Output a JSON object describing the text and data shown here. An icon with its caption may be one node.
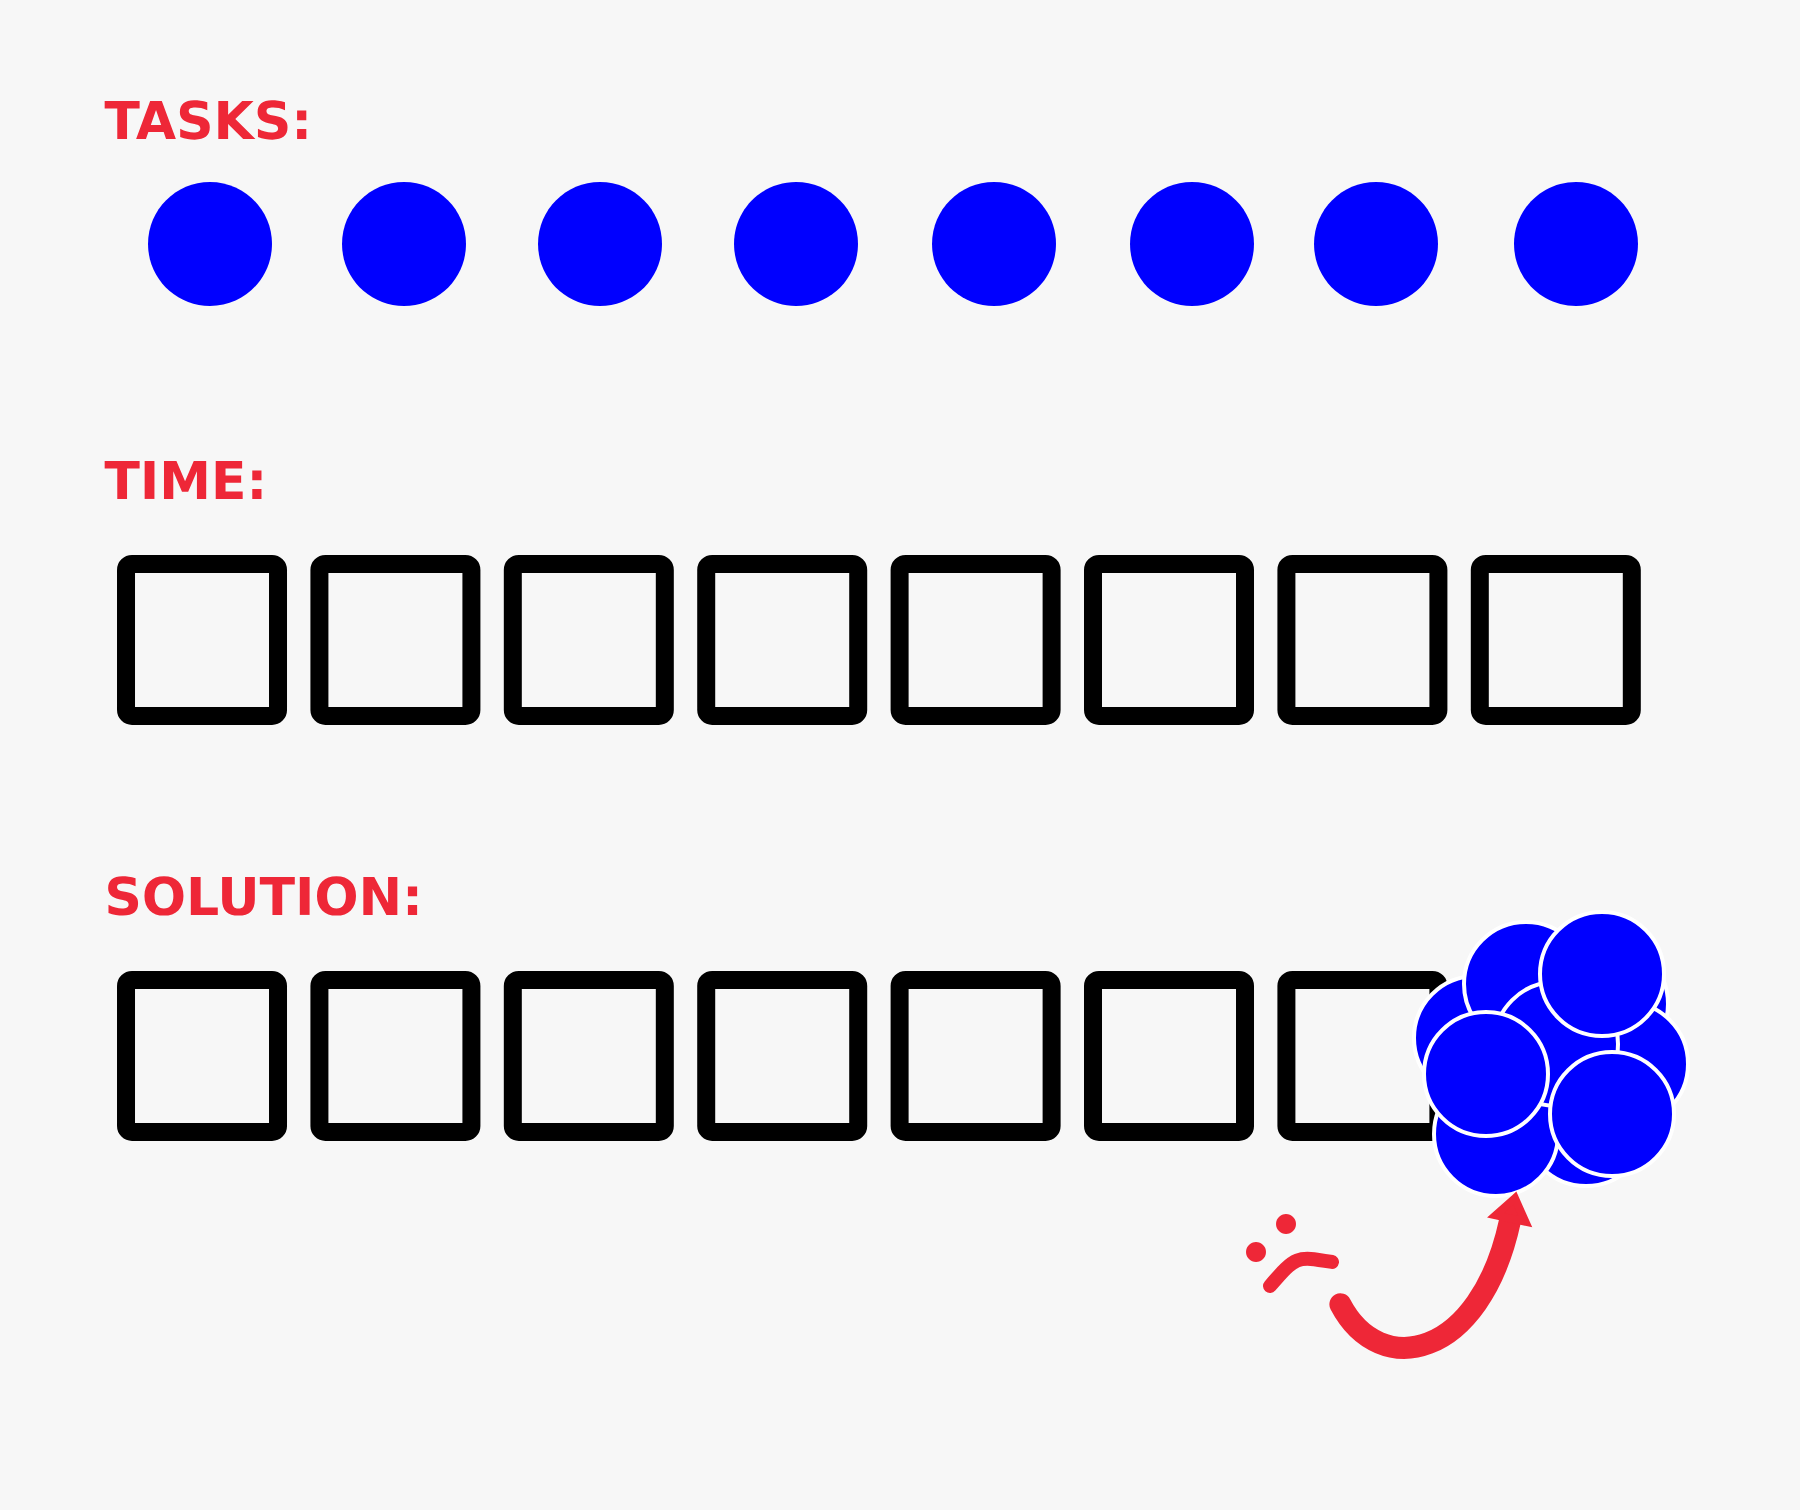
{
  "diagram": {
    "nodes": [
      {
        "text": [],
        "shape": "circle"
      },
      {
        "text": [],
        "shape": "circle"
      },
      {
        "text": [],
        "shape": "circle"
      },
      {
        "text": [],
        "shape": "circle"
      },
      {
        "text": [],
        "shape": "circle"
      },
      {
        "text": [],
        "shape": "circle"
      },
      {
        "text": [],
        "shape": "circle"
      },
      {
        "text": [],
        "shape": "circle"
      },
      {
        "text": [],
        "shape": "box"
      },
      {
        "text": [],
        "shape": "box"
      },
      {
        "text": [],
        "shape": "box"
      },
      {
        "text": [],
        "shape": "box"
      },
      {
        "text": [],
        "shape": "box"
      },
      {
        "text": [],
        "shape": "box"
      },
      {
        "text": [],
        "shape": "box"
      },
      {
        "text": [],
        "shape": "box"
      },
      {
        "text": [],
        "shape": "box"
      },
      {
        "text": [],
        "shape": "box"
      },
      {
        "text": [],
        "shape": "box"
      },
      {
        "text": [],
        "shape": "box"
      },
      {
        "text": [],
        "shape": "box"
      },
      {
        "text": [],
        "shape": "box"
      },
      {
        "text": [],
        "shape": "box"
      },
      {
        "text": [],
        "shape": "cluster"
      },
      {
        "text": [],
        "shape": "picture"
      }
    ],
    "edges": [
      {
        "from": 24,
        "to": 23,
        "arrow": "to",
        "color": "#ee2737"
      }
    ],
    "labels": [
      "TASKS:",
      "TIME:",
      "SOLUTION:"
    ]
  }
}
